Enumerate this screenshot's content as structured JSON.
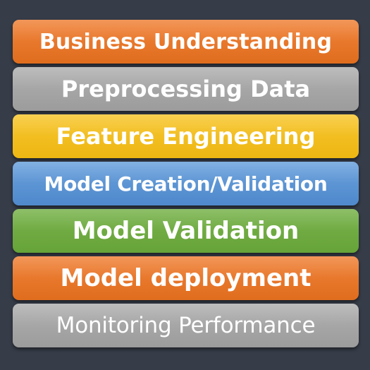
{
  "steps": [
    {
      "label": "Business Understanding",
      "color": "#e97a2c"
    },
    {
      "label": "Preprocessing Data",
      "color": "#a6a6a6"
    },
    {
      "label": "Feature Engineering",
      "color": "#f2bf21"
    },
    {
      "label": "Model Creation/Validation",
      "color": "#5b95d4"
    },
    {
      "label": "Model Validation",
      "color": "#70ad47"
    },
    {
      "label": "Model deployment",
      "color": "#e97a2c"
    },
    {
      "label": "Monitoring Performance",
      "color": "#a6a6a6"
    }
  ]
}
